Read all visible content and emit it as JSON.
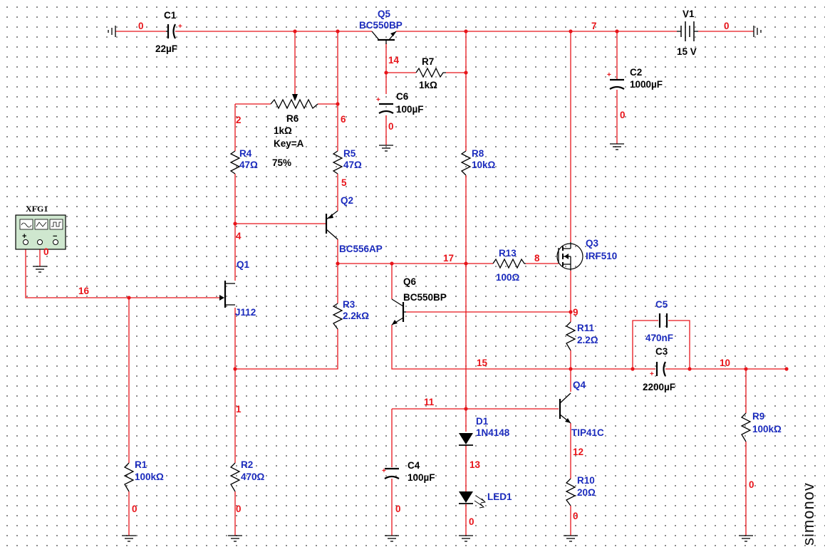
{
  "diagram": {
    "components": {
      "C1": {
        "ref": "C1",
        "value": "22µF"
      },
      "Q5": {
        "ref": "Q5",
        "part": "BC550BP"
      },
      "V1": {
        "ref": "V1",
        "value": "15 V"
      },
      "C2": {
        "ref": "C2",
        "value": "1000µF"
      },
      "R7": {
        "ref": "R7",
        "value": "1kΩ"
      },
      "C6": {
        "ref": "C6",
        "value": "100µF"
      },
      "R6": {
        "ref": "R6",
        "value": "1kΩ",
        "key": "Key=A",
        "setting": "75%"
      },
      "R4": {
        "ref": "R4",
        "value": "47Ω"
      },
      "R5": {
        "ref": "R5",
        "value": "47Ω"
      },
      "R8": {
        "ref": "R8",
        "value": "10kΩ"
      },
      "XFG1": {
        "ref": "XFG1",
        "pins": [
          "+",
          "0",
          "−"
        ]
      },
      "Q2": {
        "ref": "Q2",
        "part": "BC556AP"
      },
      "Q3": {
        "ref": "Q3",
        "part": "IRF510"
      },
      "Q1": {
        "ref": "Q1",
        "part": "J112"
      },
      "R13": {
        "ref": "R13",
        "value": "100Ω"
      },
      "Q6": {
        "ref": "Q6",
        "part": "BC550BP"
      },
      "R3": {
        "ref": "R3",
        "value": "2.2kΩ"
      },
      "C5": {
        "ref": "C5",
        "value": "470nF"
      },
      "R11": {
        "ref": "R11",
        "value": "2.2Ω"
      },
      "C3": {
        "ref": "C3",
        "value": "2200µF"
      },
      "Q4": {
        "ref": "Q4",
        "part": "TIP41C"
      },
      "D1": {
        "ref": "D1",
        "part": "1N4148"
      },
      "LED1": {
        "ref": "LED1"
      },
      "C4": {
        "ref": "C4",
        "value": "100µF"
      },
      "R1": {
        "ref": "R1",
        "value": "100kΩ"
      },
      "R2": {
        "ref": "R2",
        "value": "470Ω"
      },
      "R10": {
        "ref": "R10",
        "value": "20Ω"
      },
      "R9": {
        "ref": "R9",
        "value": "100kΩ"
      }
    },
    "nets": {
      "n0": "0",
      "n1": "1",
      "n2": "2",
      "n4": "4",
      "n5": "5",
      "n6": "6",
      "n7": "7",
      "n8": "8",
      "n9": "9",
      "n10": "10",
      "n11": "11",
      "n12": "12",
      "n13": "13",
      "n14": "14",
      "n15": "15",
      "n16": "16",
      "n17": "17"
    },
    "watermark": "simonov",
    "colors": {
      "wire": "#e8141a",
      "label": "#1b2bbd",
      "net": "#e8141a",
      "component": "#000000"
    }
  }
}
